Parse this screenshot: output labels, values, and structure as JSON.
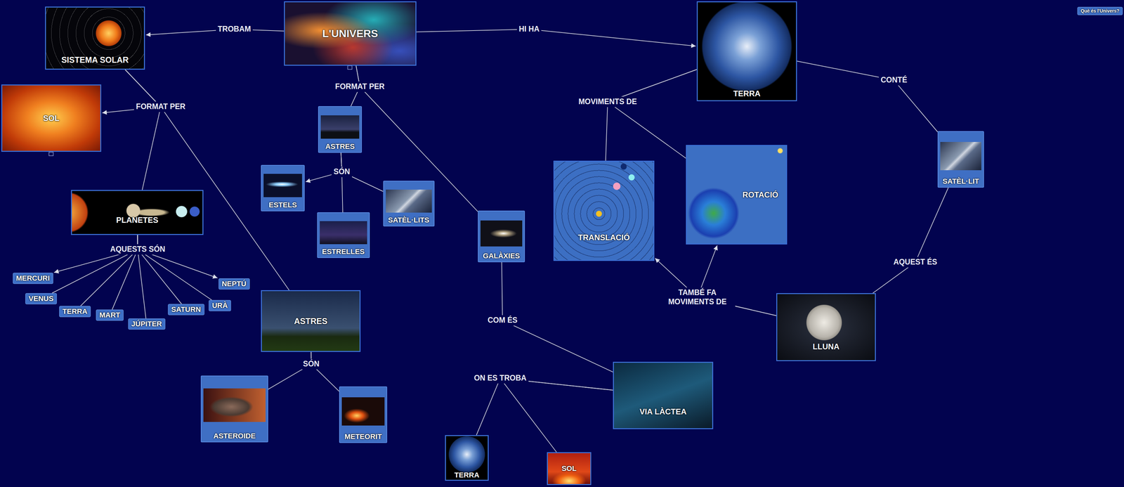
{
  "diagram": {
    "nodes": [
      {
        "text": [
          "L'UNIVERS"
        ]
      },
      {
        "text": [
          "SISTEMA SOLAR"
        ]
      },
      {
        "text": [
          "TERRA"
        ]
      },
      {
        "text": [
          "SOL"
        ]
      },
      {
        "text": [
          "ASTRES"
        ]
      },
      {
        "text": [
          "ESTELS"
        ]
      },
      {
        "text": [
          "SATÈL·LITS"
        ]
      },
      {
        "text": [
          "ESTRELLES"
        ]
      },
      {
        "text": [
          "PLANETES"
        ]
      },
      {
        "text": [
          "GALÀXIES"
        ]
      },
      {
        "text": [
          "TRANSLACIÓ"
        ]
      },
      {
        "text": [
          "ROTACIÓ"
        ]
      },
      {
        "text": [
          "SATÈL·LIT"
        ]
      },
      {
        "text": [
          "MERCURI"
        ]
      },
      {
        "text": [
          "VENUS"
        ]
      },
      {
        "text": [
          "TERRA"
        ]
      },
      {
        "text": [
          "MART"
        ]
      },
      {
        "text": [
          "JÚPITER"
        ]
      },
      {
        "text": [
          "SATURN"
        ]
      },
      {
        "text": [
          "URÀ"
        ]
      },
      {
        "text": [
          "NEPTÚ"
        ]
      },
      {
        "text": [
          "ASTRES"
        ]
      },
      {
        "text": [
          "LLUNA"
        ]
      },
      {
        "text": [
          "ASTEROIDE"
        ]
      },
      {
        "text": [
          "METEORIT"
        ]
      },
      {
        "text": [
          "VIA LÀCTEA"
        ]
      },
      {
        "text": [
          "TERRA"
        ]
      },
      {
        "text": [
          "SOL"
        ]
      },
      {
        "text": [
          "Què és l'Univers?"
        ]
      }
    ],
    "edges": [
      {
        "from": 0,
        "to": 1,
        "arrow": "to",
        "label": "TROBAM"
      },
      {
        "from": 0,
        "to": 2,
        "arrow": "to",
        "label": "HI HA"
      },
      {
        "from": 0,
        "to": 4,
        "arrow": "none",
        "label": "FORMAT PER"
      },
      {
        "from": 0,
        "to": 9,
        "arrow": "none"
      },
      {
        "from": 1,
        "to": 3,
        "arrow": "to",
        "label": "FORMAT PER"
      },
      {
        "from": 1,
        "to": 8,
        "arrow": "none"
      },
      {
        "from": 1,
        "to": 21,
        "arrow": "none"
      },
      {
        "from": 4,
        "to": 5,
        "arrow": "to",
        "label": "SÓN"
      },
      {
        "from": 4,
        "to": 7,
        "arrow": "none"
      },
      {
        "from": 4,
        "to": 6,
        "arrow": "none"
      },
      {
        "from": 8,
        "to": 13,
        "arrow": "to",
        "label": "AQUESTS SÓN"
      },
      {
        "from": 8,
        "to": 14,
        "arrow": "none"
      },
      {
        "from": 8,
        "to": 15,
        "arrow": "none"
      },
      {
        "from": 8,
        "to": 16,
        "arrow": "none"
      },
      {
        "from": 8,
        "to": 17,
        "arrow": "none"
      },
      {
        "from": 8,
        "to": 18,
        "arrow": "none"
      },
      {
        "from": 8,
        "to": 19,
        "arrow": "none"
      },
      {
        "from": 8,
        "to": 20,
        "arrow": "to"
      },
      {
        "from": 21,
        "to": 23,
        "arrow": "none",
        "label": "SÓN"
      },
      {
        "from": 21,
        "to": 24,
        "arrow": "none"
      },
      {
        "from": 9,
        "to": 25,
        "arrow": "none",
        "label": "COM ÉS"
      },
      {
        "from": 25,
        "to": 26,
        "arrow": "none",
        "label": "ON ES TROBA"
      },
      {
        "from": 25,
        "to": 27,
        "arrow": "none"
      },
      {
        "from": 2,
        "to": 10,
        "arrow": "none",
        "label": "MOVIMENTS DE"
      },
      {
        "from": 2,
        "to": 11,
        "arrow": "none"
      },
      {
        "from": 2,
        "to": 12,
        "arrow": "none",
        "label": "CONTÉ"
      },
      {
        "from": 12,
        "to": 22,
        "arrow": "none",
        "label": "AQUEST ÉS"
      },
      {
        "from": 22,
        "to": 10,
        "arrow": "to",
        "label": "TAMBÉ FA MOVIMENTS DE"
      },
      {
        "from": 22,
        "to": 11,
        "arrow": "to"
      }
    ]
  }
}
